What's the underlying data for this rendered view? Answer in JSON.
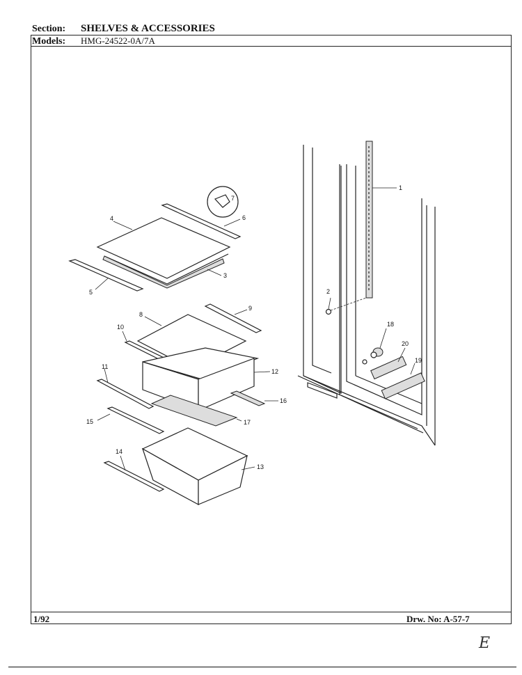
{
  "header": {
    "section_label": "Section:",
    "section_value": "SHELVES & ACCESSORIES",
    "models_label": "Models:",
    "models_value": "HMG-24522-0A/7A"
  },
  "footer": {
    "date": "1/92",
    "drawing_no": "Drw. No: A-57-7"
  },
  "margin_mark": "E",
  "callouts": [
    "1",
    "2",
    "3",
    "4",
    "5",
    "6",
    "7",
    "8",
    "9",
    "10",
    "11",
    "12",
    "13",
    "14",
    "15",
    "16",
    "17",
    "18",
    "19",
    "20"
  ]
}
